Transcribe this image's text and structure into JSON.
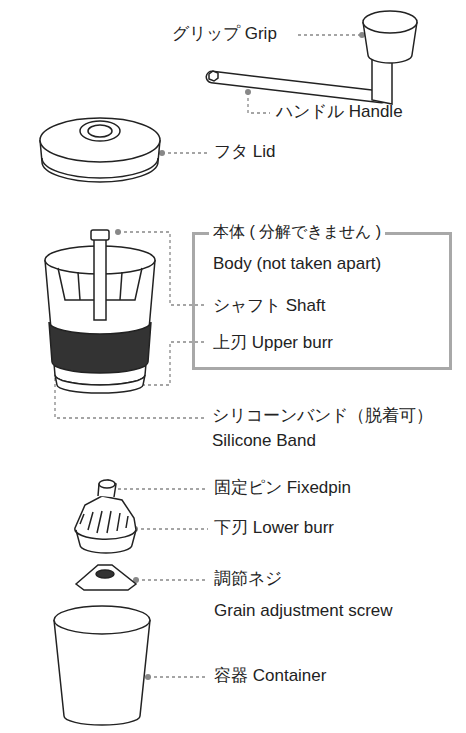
{
  "diagram": {
    "nodes": [
      {
        "text": [
          "本体 ( 分解できません )",
          "Body (not taken apart)",
          "シャフト Shaft",
          "上刃 Upper burr"
        ]
      }
    ],
    "labels": [
      "グリップ Grip",
      "ハンドル Handle",
      "フタ Lid",
      "シリコーンバンド（脱着可）",
      "Silicone Band",
      "固定ピン Fixedpin",
      "下刃 Lower burr",
      "調節ネジ",
      "Grain adjustment screw",
      "容器 Container"
    ]
  }
}
